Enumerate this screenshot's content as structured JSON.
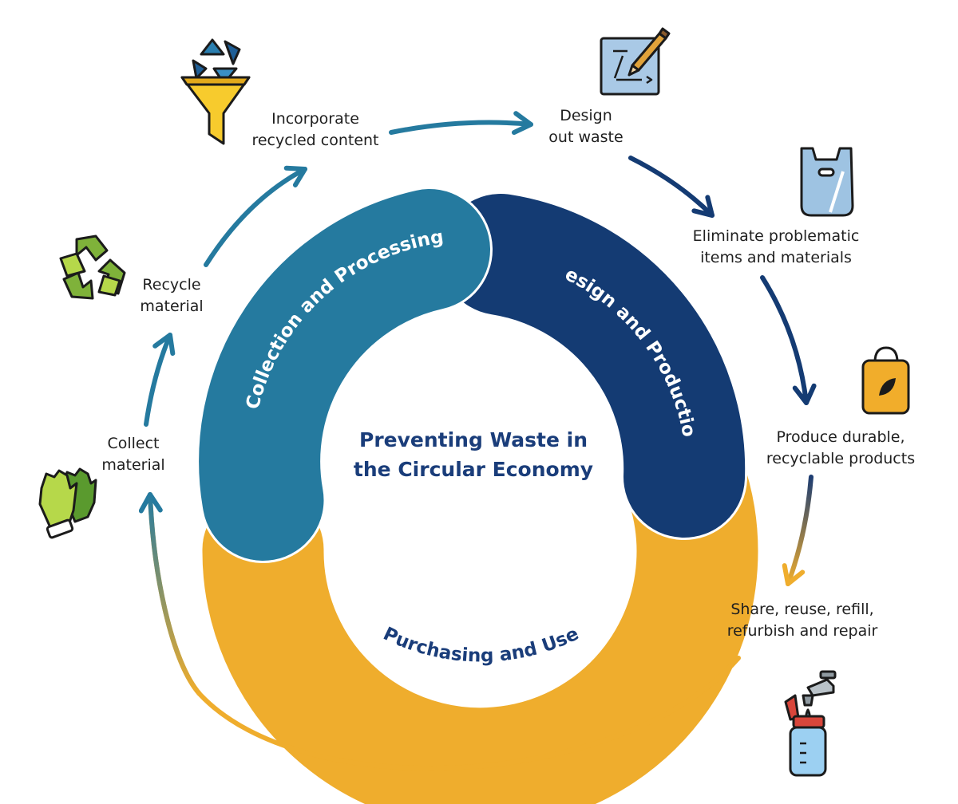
{
  "center": {
    "title_line1": "Preventing Waste in",
    "title_line2": "the Circular Economy"
  },
  "segments": {
    "collection": "Collection and Processing",
    "design": "Design and Production",
    "purchasing": "Purchasing and Use"
  },
  "steps": {
    "incorporate": {
      "line1": "Incorporate",
      "line2": "recycled content",
      "icon": "funnel-recycle-icon"
    },
    "design_out": {
      "line1": "Design",
      "line2": "out waste",
      "icon": "blueprint-pencil-icon"
    },
    "eliminate": {
      "line1": "Eliminate problematic",
      "line2": "items and materials",
      "icon": "plastic-bag-icon"
    },
    "produce": {
      "line1": "Produce durable,",
      "line2": "recyclable products",
      "icon": "eco-shopping-bag-icon"
    },
    "share": {
      "line1": "Share, reuse, refill,",
      "line2": "refurbish and repair",
      "icon": "refill-bottle-tap-icon"
    },
    "collect": {
      "line1": "Collect",
      "line2": "material",
      "icon": "gloves-icon"
    },
    "recycle": {
      "line1": "Recycle",
      "line2": "material",
      "icon": "recycle-symbol-icon"
    }
  },
  "colors": {
    "collection": "#257a9f",
    "design": "#143b73",
    "purchasing": "#efad2d",
    "center_text": "#1a3d7a",
    "text": "#1f1f1f"
  }
}
